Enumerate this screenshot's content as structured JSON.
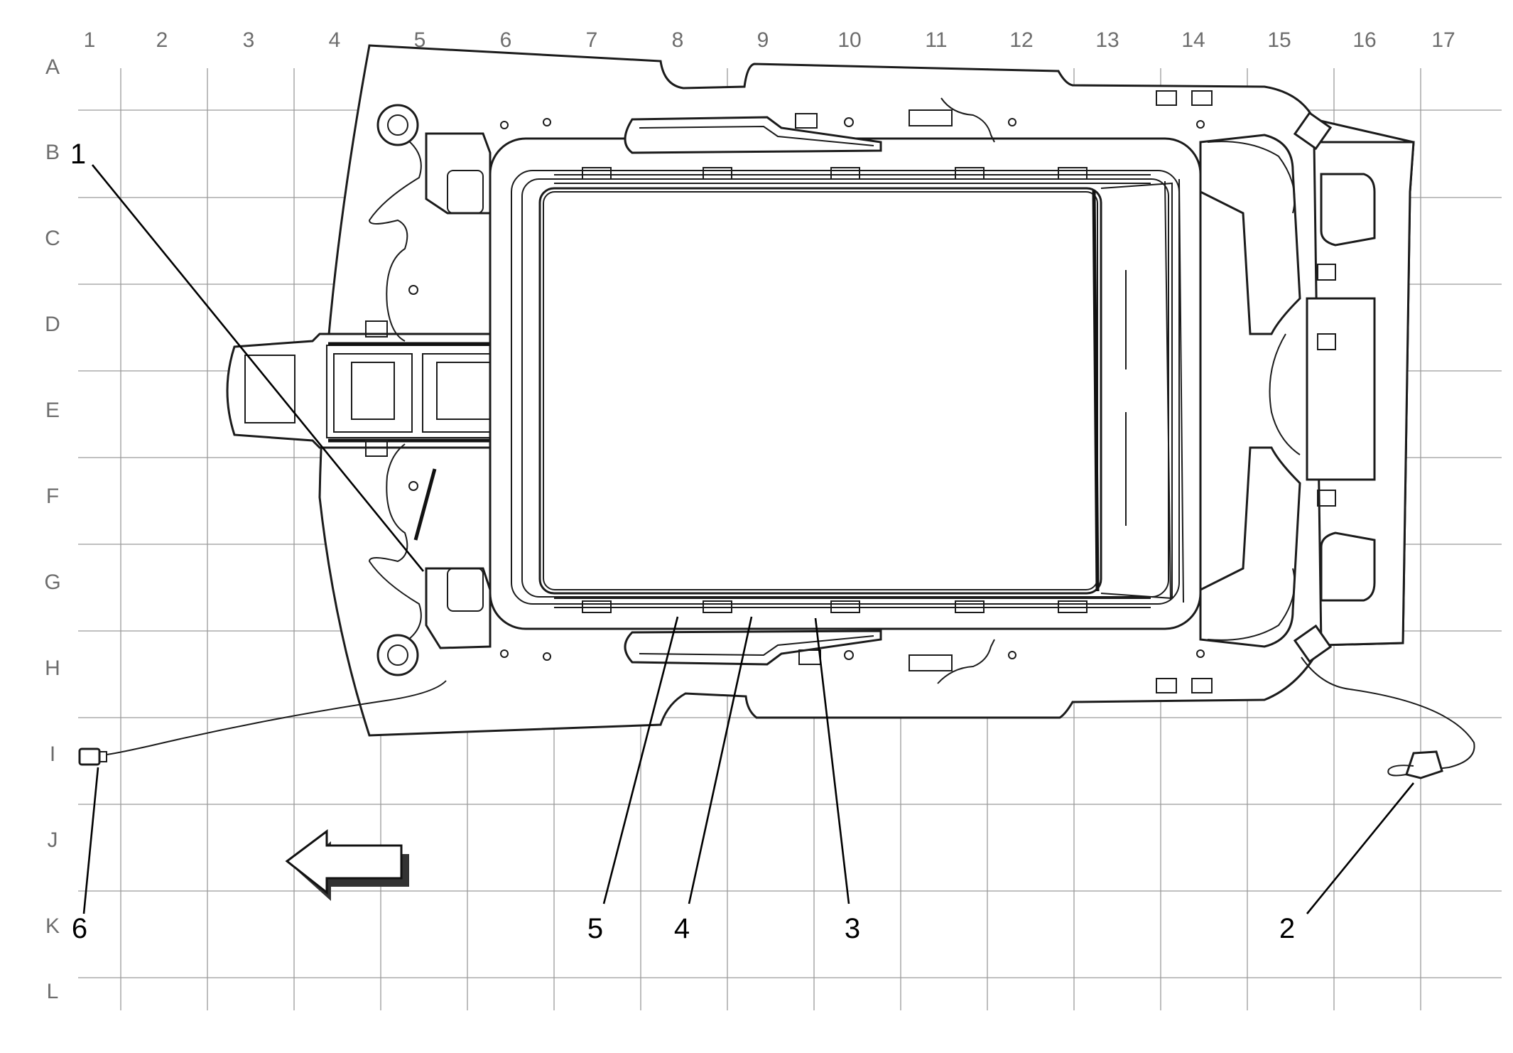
{
  "grid": {
    "columns": [
      "1",
      "2",
      "3",
      "4",
      "5",
      "6",
      "7",
      "8",
      "9",
      "10",
      "11",
      "12",
      "13",
      "14",
      "15",
      "16",
      "17"
    ],
    "rows": [
      "A",
      "B",
      "C",
      "D",
      "E",
      "F",
      "G",
      "H",
      "I",
      "J",
      "K",
      "L"
    ]
  },
  "callouts": [
    {
      "id": "1",
      "label": "1"
    },
    {
      "id": "2",
      "label": "2"
    },
    {
      "id": "3",
      "label": "3"
    },
    {
      "id": "4",
      "label": "4"
    },
    {
      "id": "5",
      "label": "5"
    },
    {
      "id": "6",
      "label": "6"
    }
  ],
  "direction_arrow": {
    "icon": "left-arrow-icon",
    "direction": "left"
  },
  "colors": {
    "line": "#1b1b1b",
    "grid": "#9a9a9a",
    "label": "#6d6d6d"
  }
}
